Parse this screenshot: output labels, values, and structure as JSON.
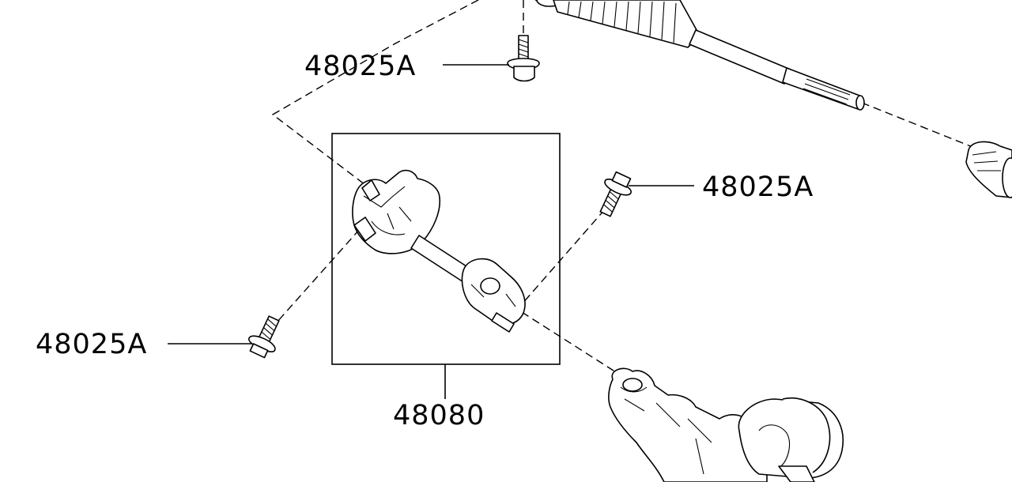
{
  "callouts": {
    "bolt_top": "48025A",
    "bolt_right": "48025A",
    "bolt_left": "48025A",
    "joint_assembly": "48080"
  }
}
